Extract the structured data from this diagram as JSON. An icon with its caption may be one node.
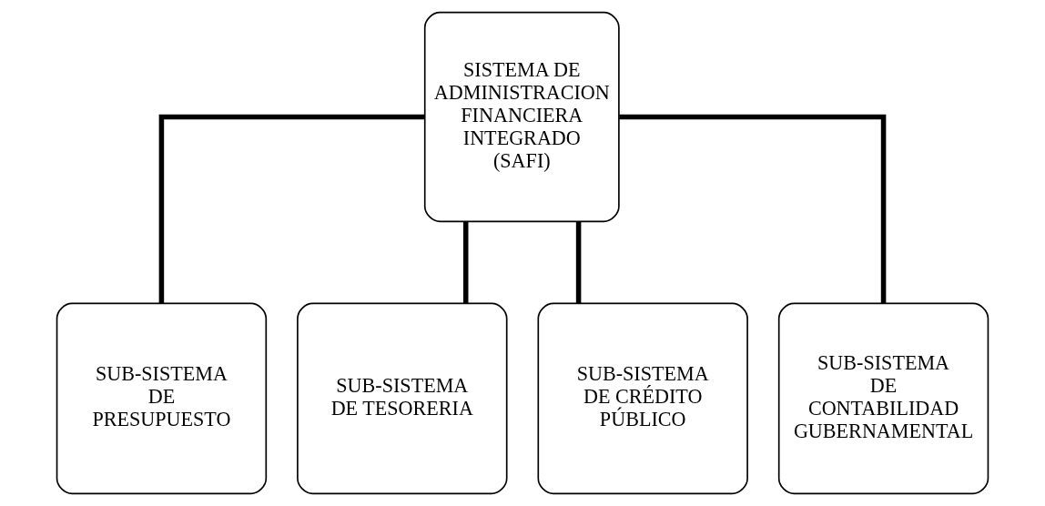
{
  "diagram": {
    "nodes": [
      {
        "text": [
          "SISTEMA DE ADMINISTRACION FINANCIERA INTEGRADO (SAFI)"
        ]
      },
      {
        "text": [
          "SUB-SISTEMA DE PRESUPUESTO"
        ]
      },
      {
        "text": [
          "SUB-SISTEMA DE TESORERIA"
        ]
      },
      {
        "text": [
          "SUB-SISTEMA DE CRÉDITO PÚBLICO"
        ]
      },
      {
        "text": [
          "SUB-SISTEMA DE CONTABILIDAD GUBERNAMENTAL"
        ]
      }
    ],
    "edges": [
      {
        "from": 0,
        "to": 1,
        "arrow": "none"
      },
      {
        "from": 0,
        "to": 2,
        "arrow": "none"
      },
      {
        "from": 0,
        "to": 3,
        "arrow": "none"
      },
      {
        "from": 0,
        "to": 4,
        "arrow": "none"
      }
    ]
  }
}
